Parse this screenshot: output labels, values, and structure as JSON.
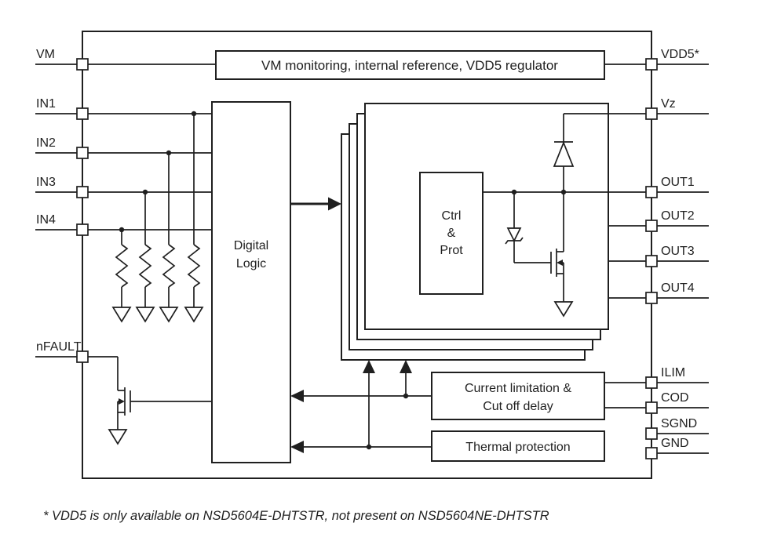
{
  "pins": {
    "vm": "VM",
    "in1": "IN1",
    "in2": "IN2",
    "in3": "IN3",
    "in4": "IN4",
    "nfault": "nFAULT",
    "vdd5": "VDD5*",
    "vz": "Vz",
    "out1": "OUT1",
    "out2": "OUT2",
    "out3": "OUT3",
    "out4": "OUT4",
    "ilim": "ILIM",
    "cod": "COD",
    "sgnd": "SGND",
    "gnd": "GND"
  },
  "blocks": {
    "vm_monitor": "VM monitoring, internal reference, VDD5 regulator",
    "digital_logic": {
      "line1": "Digital",
      "line2": "Logic"
    },
    "ctrl": {
      "line1": "Ctrl",
      "line2": "&",
      "line3": "Prot"
    },
    "current_limit": {
      "line1": "Current limitation &",
      "line2": "Cut off delay"
    },
    "thermal": "Thermal protection"
  },
  "footnote": "* VDD5 is only available on NSD5604E-DHTSTR, not present on NSD5604NE-DHTSTR",
  "colors": {
    "line": "#1f1f1f",
    "background": "#ffffff"
  }
}
